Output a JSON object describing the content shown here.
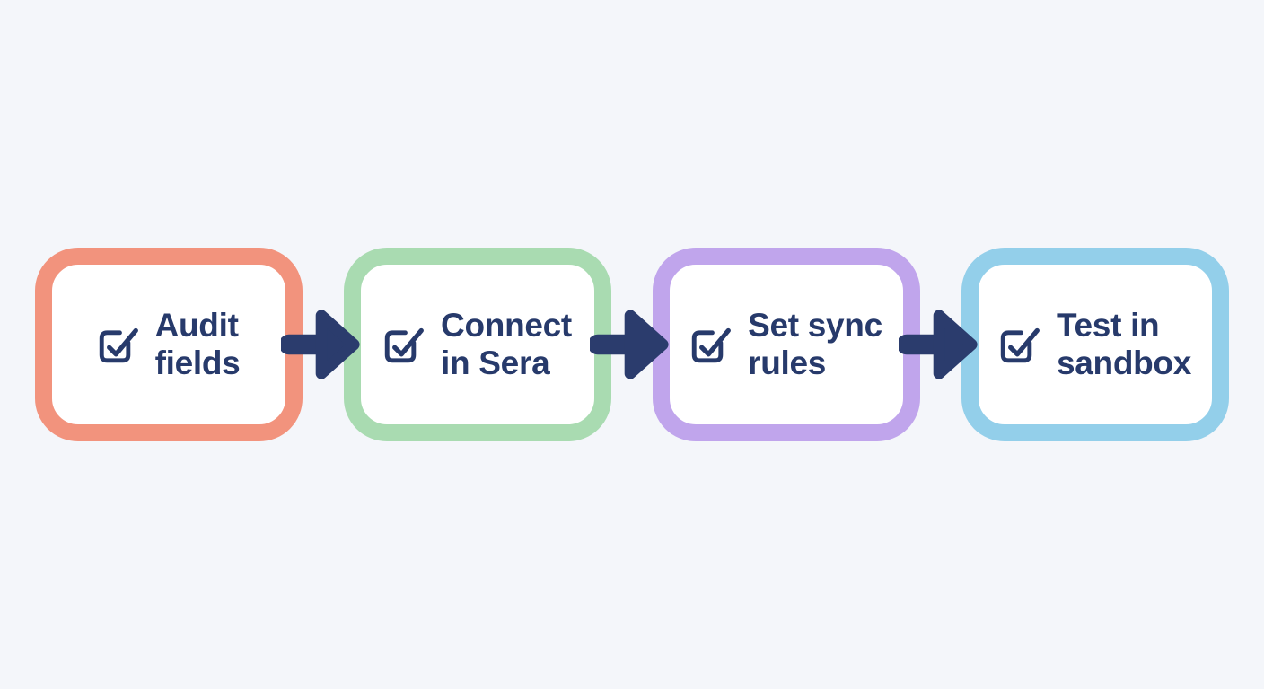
{
  "page": {
    "background_color": "#f4f6fa",
    "description": "Four-step onboarding flow diagram"
  },
  "colors": {
    "text_navy": "#273a6b",
    "arrow_navy": "#2b3c6d",
    "icon_navy": "#273a6b",
    "box_fill": "#ffffff"
  },
  "icons": {
    "step_icon": "checkbox-with-checkmark",
    "connector_icon": "arrow-right"
  },
  "steps": [
    {
      "id": "audit-fields",
      "label": "Audit fields",
      "line1": "Audit",
      "line2": "fields",
      "border_color": "#f2937d"
    },
    {
      "id": "connect-in-sera",
      "label": "Connect in Sera",
      "line1": "Connect",
      "line2": "in Sera",
      "border_color": "#a9dbb1"
    },
    {
      "id": "set-sync-rules",
      "label": "Set sync rules",
      "line1": "Set sync",
      "line2": "rules",
      "border_color": "#c0a5ec"
    },
    {
      "id": "test-in-sandbox",
      "label": "Test in sandbox",
      "line1": "Test in",
      "line2": "sandbox",
      "border_color": "#93cfea"
    }
  ]
}
